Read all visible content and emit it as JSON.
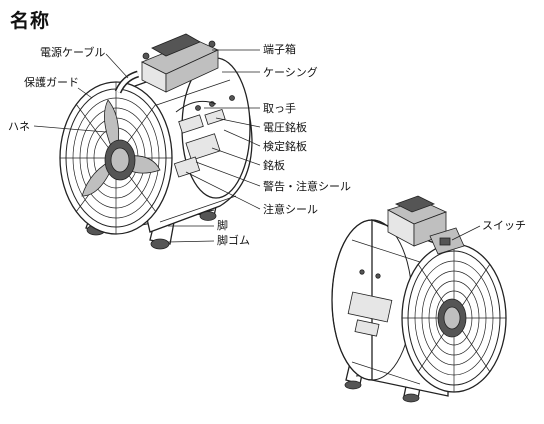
{
  "title": "名称",
  "labels": {
    "power_cable": "電源ケーブル",
    "protective_guard": "保護ガード",
    "blade": "ハネ",
    "terminal_box": "端子箱",
    "casing": "ケーシング",
    "handle": "取っ手",
    "voltage_plate": "電圧銘板",
    "inspection_plate": "検定銘板",
    "nameplate": "銘板",
    "warning_seal": "警告・注意シール",
    "caution_seal": "注意シール",
    "leg": "脚",
    "leg_rubber": "脚ゴム",
    "switch": "スイッチ"
  }
}
